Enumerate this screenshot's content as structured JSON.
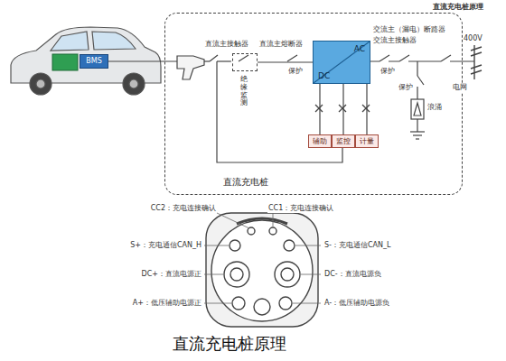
{
  "diagram": {
    "title": "直流充电桩原理",
    "caption": "直流充电桩原理",
    "nodes": [
      {
        "text": [
          "直流充电桩"
        ]
      },
      {
        "text": [
          "BMS"
        ]
      },
      {
        "text": [
          "绝缘监测"
        ],
        "in": 0
      },
      {
        "text": [
          "AC",
          "DC"
        ],
        "in": 0
      },
      {
        "text": [
          "辅助"
        ],
        "in": 0
      },
      {
        "text": [
          "监控"
        ],
        "in": 0
      },
      {
        "text": [
          "计量"
        ],
        "in": 0
      }
    ],
    "edges": [
      {
        "from": 2,
        "to": 3,
        "arrow": "none"
      },
      {
        "from": 3,
        "to": 4,
        "arrow": "none"
      },
      {
        "from": 3,
        "to": 5,
        "arrow": "none"
      },
      {
        "from": 3,
        "to": 6,
        "arrow": "none"
      }
    ],
    "labels": [
      "直流主接触器",
      "直流主熔断器",
      "保护",
      "交流主（漏电）断路器",
      "交流主接触器",
      "保护",
      "400V",
      "电网",
      "保护",
      "浪涌",
      "CC2：充电连接确认",
      "CC1：充电连接确认",
      "S+：充电通信CAN_H",
      "S-：充电通信CAN_L",
      "DC+：直流电源正",
      "DC-：直流电源负",
      "A+：低压辅助电源正",
      "A-：低压辅助电源负"
    ]
  }
}
